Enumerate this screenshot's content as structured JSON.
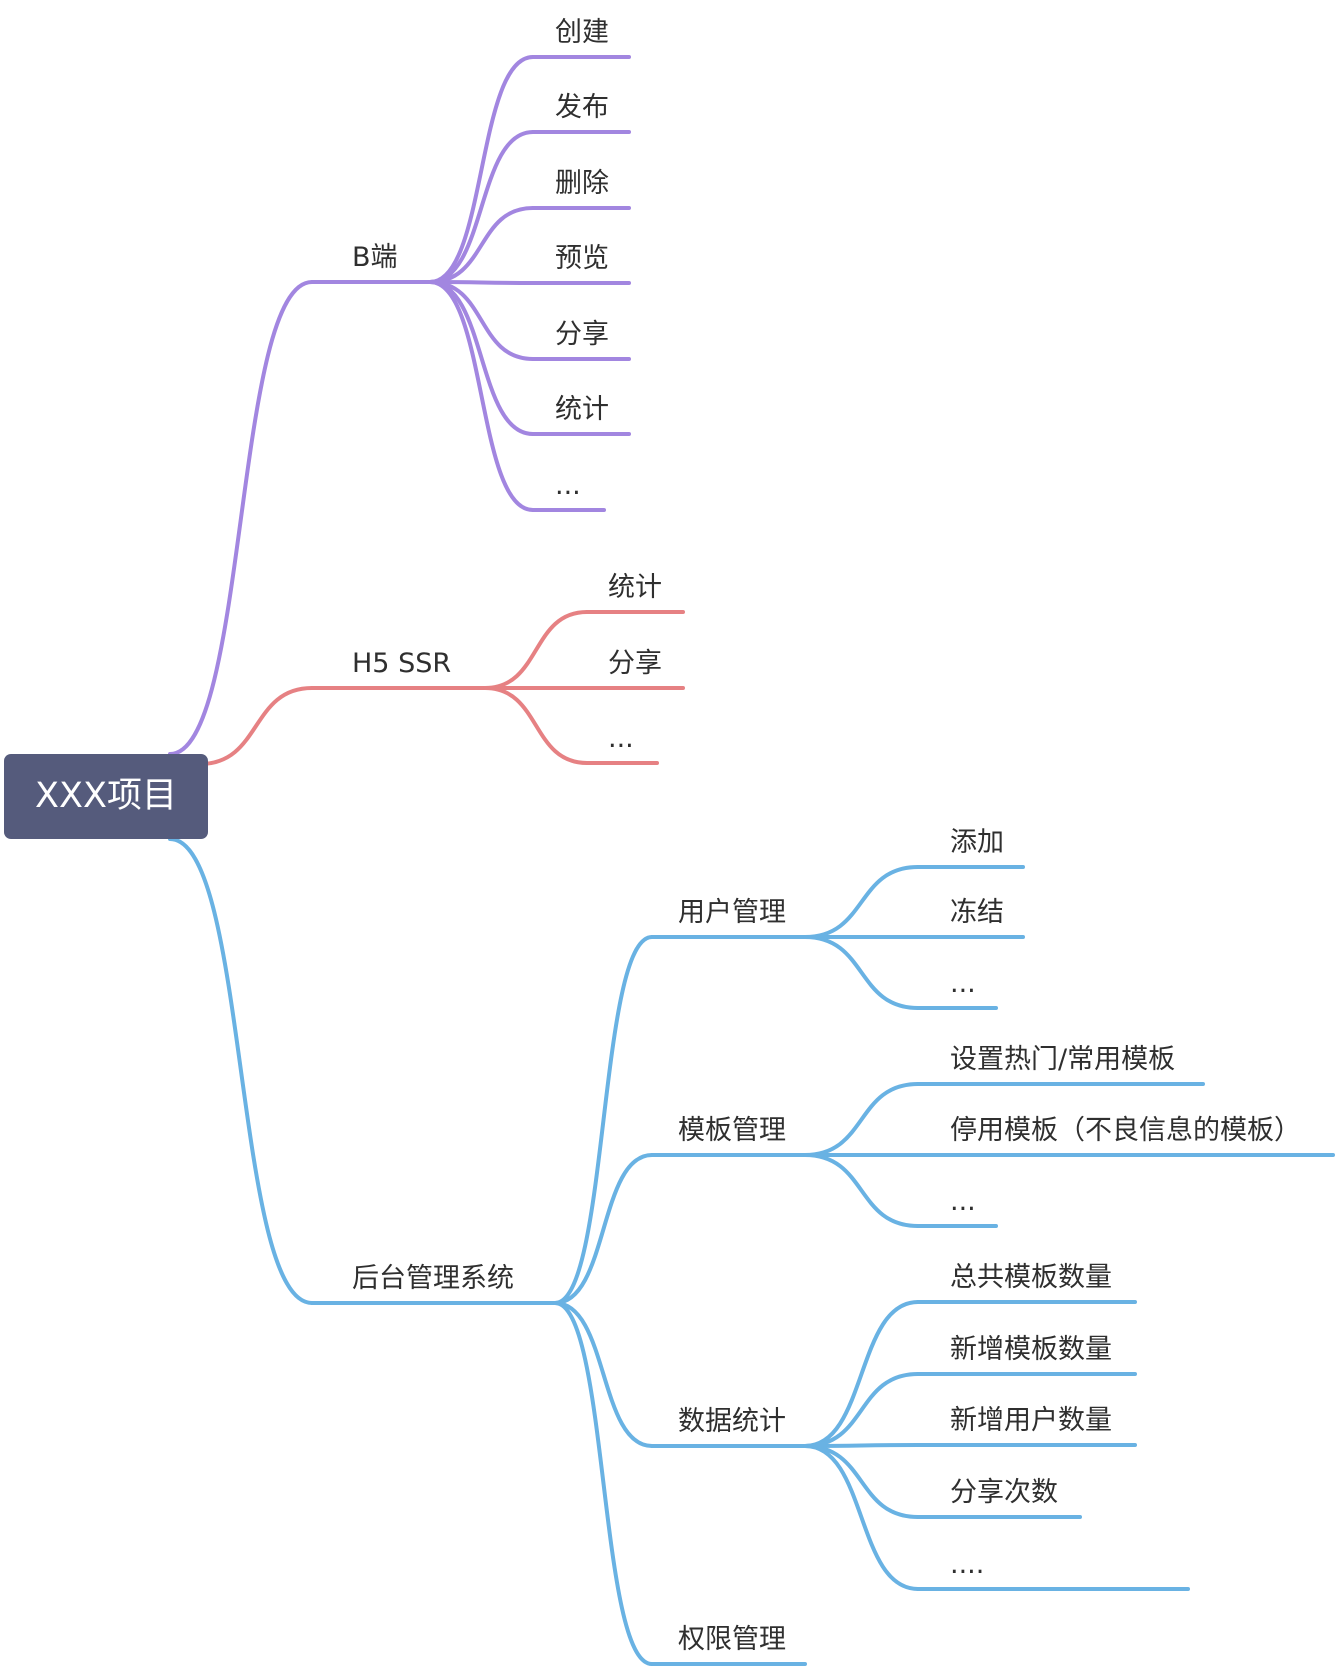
{
  "root": {
    "label": "XXX项目"
  },
  "colors": {
    "root_fill": "#555b7c",
    "branch_b": "#a286e0",
    "branch_h5": "#e68183",
    "branch_admin": "#69b2e3",
    "text": "#2f2f2f"
  },
  "branches": [
    {
      "label": "B端",
      "color": "#a286e0",
      "children": [
        {
          "label": "创建"
        },
        {
          "label": "发布"
        },
        {
          "label": "删除"
        },
        {
          "label": "预览"
        },
        {
          "label": "分享"
        },
        {
          "label": "统计"
        },
        {
          "label": "..."
        }
      ]
    },
    {
      "label": "H5 SSR",
      "color": "#e68183",
      "children": [
        {
          "label": "统计"
        },
        {
          "label": "分享"
        },
        {
          "label": "..."
        }
      ]
    },
    {
      "label": "后台管理系统",
      "color": "#69b2e3",
      "children": [
        {
          "label": "用户管理",
          "children": [
            {
              "label": "添加"
            },
            {
              "label": "冻结"
            },
            {
              "label": "..."
            }
          ]
        },
        {
          "label": "模板管理",
          "children": [
            {
              "label": "设置热门/常用模板"
            },
            {
              "label": "停用模板（不良信息的模板）"
            },
            {
              "label": "..."
            }
          ]
        },
        {
          "label": "数据统计",
          "children": [
            {
              "label": "总共模板数量"
            },
            {
              "label": "新增模板数量"
            },
            {
              "label": "新增用户数量"
            },
            {
              "label": "分享次数"
            },
            {
              "label": "...."
            }
          ]
        },
        {
          "label": "权限管理",
          "children": []
        }
      ]
    }
  ]
}
